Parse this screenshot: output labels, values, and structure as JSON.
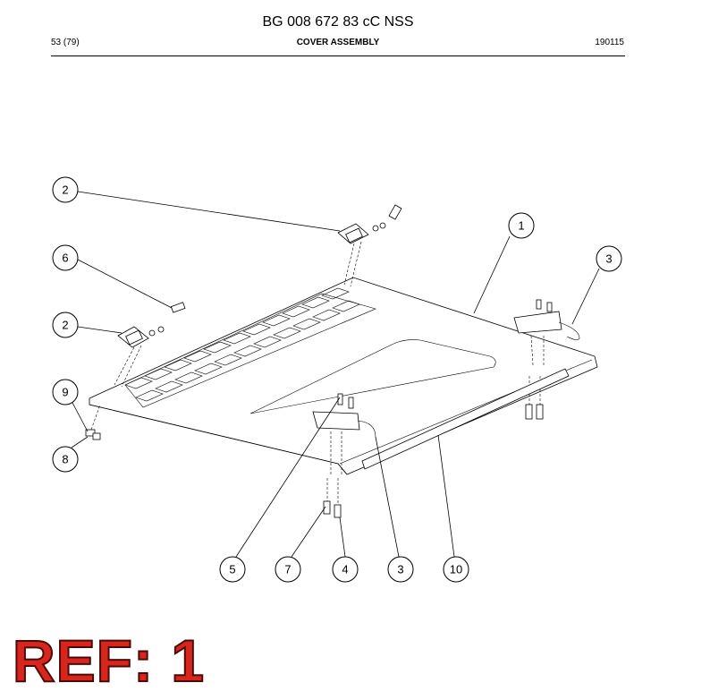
{
  "header": {
    "title": "BG 008 672 83 cC NSS",
    "page": "53 (79)",
    "section": "COVER ASSEMBLY",
    "date": "190115"
  },
  "callouts": [
    "1",
    "2",
    "2",
    "3",
    "3",
    "4",
    "5",
    "6",
    "7",
    "8",
    "9",
    "10"
  ],
  "ref_label": "REF: 1",
  "colors": {
    "ref_fill": "#d8261d",
    "ref_outline": "#4a0b08",
    "line": "#000000"
  }
}
